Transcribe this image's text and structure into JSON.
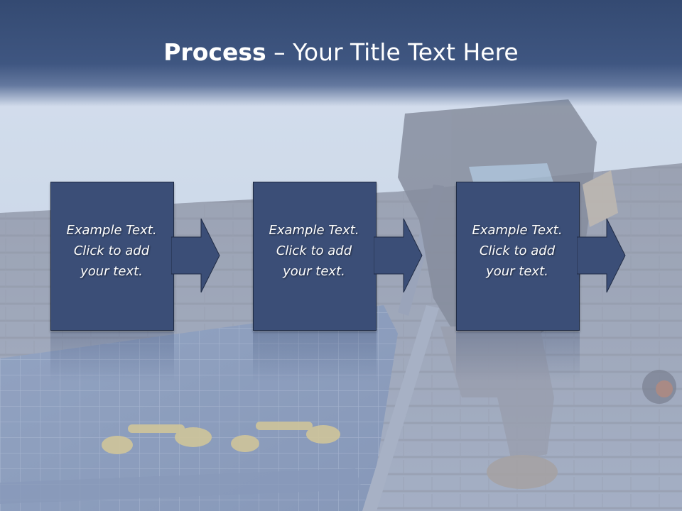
{
  "slide": {
    "title_bold": "Process",
    "title_rest": " – Your Title Text Here",
    "steps": [
      {
        "text": "Example Text.\nClick  to add\nyour text."
      },
      {
        "text": "Example Text.\nClick  to add\nyour text."
      },
      {
        "text": "Example Text.\nClick  to add\nyour text."
      }
    ]
  },
  "colors": {
    "title_band": "#3f5681",
    "box_fill": "#3b4e77",
    "text": "#ffffff"
  }
}
